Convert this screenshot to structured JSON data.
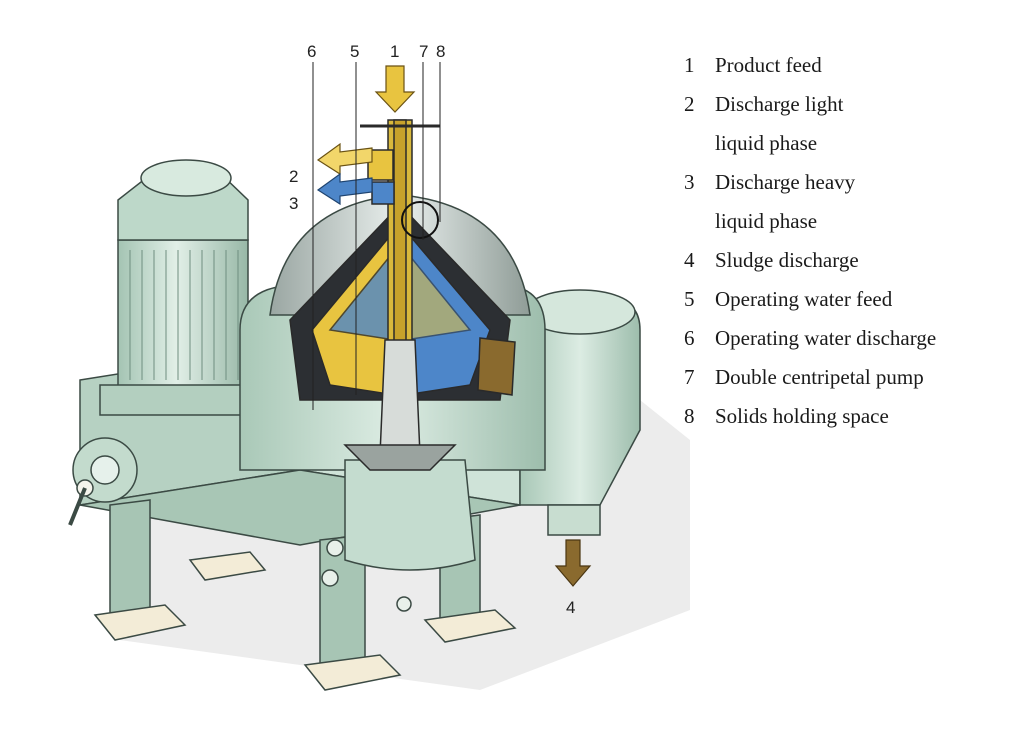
{
  "callouts": {
    "c1": "1",
    "c2": "2",
    "c3": "3",
    "c4": "4",
    "c5": "5",
    "c6": "6",
    "c7": "7",
    "c8": "8"
  },
  "legend": [
    {
      "num": "1",
      "lines": [
        "Product feed"
      ]
    },
    {
      "num": "2",
      "lines": [
        "Discharge light",
        "liquid phase"
      ]
    },
    {
      "num": "3",
      "lines": [
        "Discharge heavy",
        "liquid phase"
      ]
    },
    {
      "num": "4",
      "lines": [
        "Sludge discharge"
      ]
    },
    {
      "num": "5",
      "lines": [
        "Operating water feed"
      ]
    },
    {
      "num": "6",
      "lines": [
        "Operating water discharge"
      ]
    },
    {
      "num": "7",
      "lines": [
        "Double centripetal pump"
      ]
    },
    {
      "num": "8",
      "lines": [
        "Solids holding space"
      ]
    }
  ],
  "colors": {
    "machine": "#cfe3d8",
    "machine_dark": "#9cbcab",
    "outline": "#3b4a44",
    "product": "#e8c440",
    "light_phase": "#f2d66a",
    "heavy_phase": "#4d86c9",
    "sludge": "#8a6a2e",
    "shadow": "#e4e4e4"
  }
}
